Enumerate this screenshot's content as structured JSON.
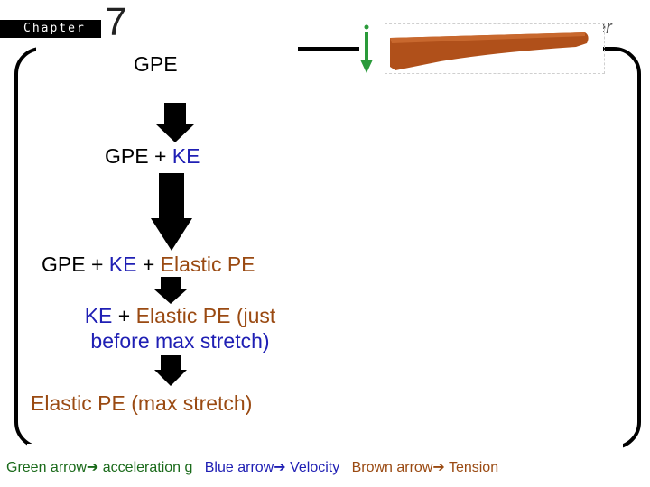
{
  "header": {
    "chapter_label": "Chapter",
    "chapter_number": "7",
    "title_fragment": "ver"
  },
  "diagram": {
    "step1": {
      "gpe": "GPE"
    },
    "step2": {
      "gpe": "GPE",
      "plus": "+",
      "ke": "KE"
    },
    "step3": {
      "gpe": "GPE",
      "plus1": "+",
      "ke": "KE",
      "plus2": "+",
      "elastic": "Elastic PE"
    },
    "step4": {
      "ke": "KE",
      "plus": "+",
      "elastic": "Elastic PE (just",
      "line2": "before max stretch)"
    },
    "step5": {
      "elastic": "Elastic PE (max stretch)"
    }
  },
  "legend": {
    "green": "Green arrow",
    "green_desc": "acceleration g",
    "blue": "Blue arrow",
    "blue_desc": "Velocity",
    "brown": "Brown arrow",
    "brown_desc": "Tension"
  },
  "colors": {
    "black": "#000000",
    "blue": "#1f1fb4",
    "brown": "#9a4a12",
    "green": "#1a8a2a",
    "plank": "#b0501a"
  }
}
